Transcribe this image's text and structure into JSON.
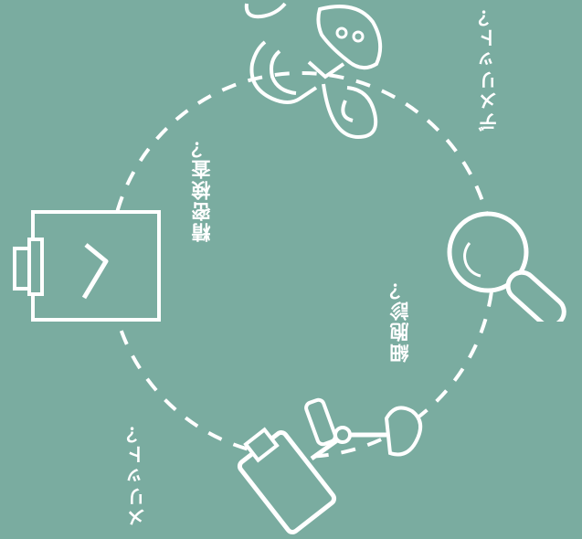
{
  "labels": {
    "detailed_exam": "精密検査？",
    "cytology": "細胞診？",
    "merit": "メリット？",
    "demerit": "デメリット？"
  },
  "colors": {
    "background": "#7aaca0",
    "line": "#ffffff"
  },
  "icons": [
    "clipboard-check-icon",
    "doctors-icon",
    "magnifier-icon",
    "microscope-icon"
  ]
}
